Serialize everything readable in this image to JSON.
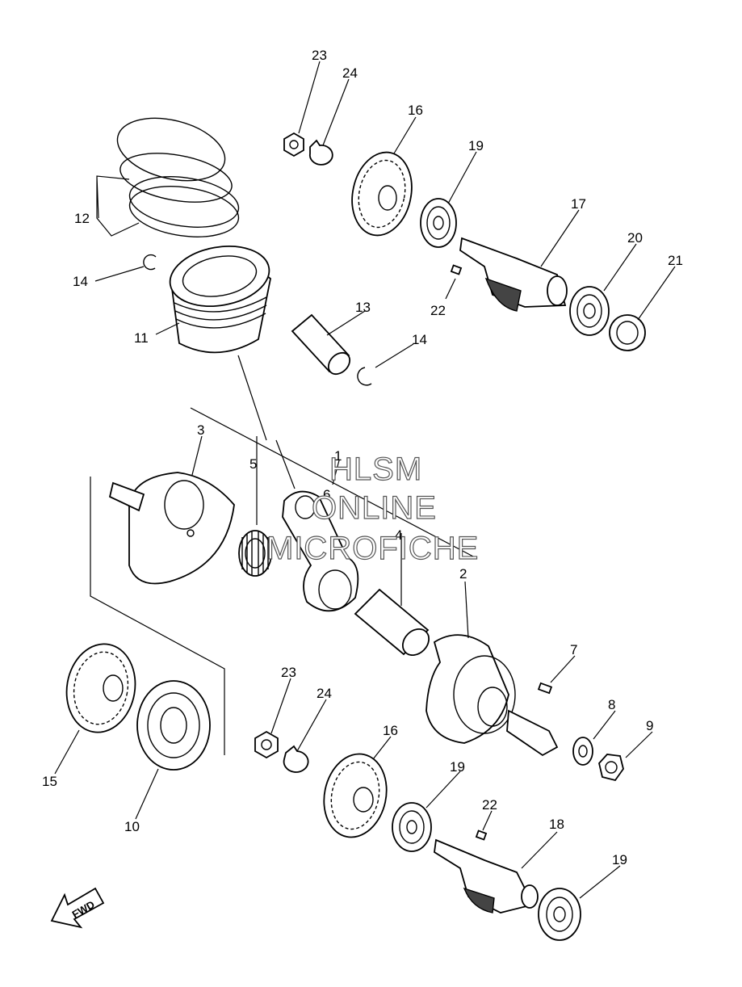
{
  "watermark": {
    "line1": "HLSM",
    "line2": "ONLINE",
    "line3": "MICROFICHE"
  },
  "fwd_label": "FWD",
  "callouts": [
    {
      "id": "c-23-top",
      "label": "23"
    },
    {
      "id": "c-24-top",
      "label": "24"
    },
    {
      "id": "c-16-top",
      "label": "16"
    },
    {
      "id": "c-19-top",
      "label": "19"
    },
    {
      "id": "c-17",
      "label": "17"
    },
    {
      "id": "c-20",
      "label": "20"
    },
    {
      "id": "c-21",
      "label": "21"
    },
    {
      "id": "c-22-top",
      "label": "22"
    },
    {
      "id": "c-12",
      "label": "12"
    },
    {
      "id": "c-14-left",
      "label": "14"
    },
    {
      "id": "c-11",
      "label": "11"
    },
    {
      "id": "c-13",
      "label": "13"
    },
    {
      "id": "c-14-right",
      "label": "14"
    },
    {
      "id": "c-3",
      "label": "3"
    },
    {
      "id": "c-1",
      "label": "1"
    },
    {
      "id": "c-5",
      "label": "5"
    },
    {
      "id": "c-6",
      "label": "6"
    },
    {
      "id": "c-4",
      "label": "4"
    },
    {
      "id": "c-2",
      "label": "2"
    },
    {
      "id": "c-7",
      "label": "7"
    },
    {
      "id": "c-8",
      "label": "8"
    },
    {
      "id": "c-9",
      "label": "9"
    },
    {
      "id": "c-23-bottom",
      "label": "23"
    },
    {
      "id": "c-24-bottom",
      "label": "24"
    },
    {
      "id": "c-16-bottom",
      "label": "16"
    },
    {
      "id": "c-19-mid",
      "label": "19"
    },
    {
      "id": "c-22-bottom",
      "label": "22"
    },
    {
      "id": "c-18",
      "label": "18"
    },
    {
      "id": "c-19-bottom",
      "label": "19"
    },
    {
      "id": "c-15",
      "label": "15"
    },
    {
      "id": "c-10",
      "label": "10"
    }
  ]
}
